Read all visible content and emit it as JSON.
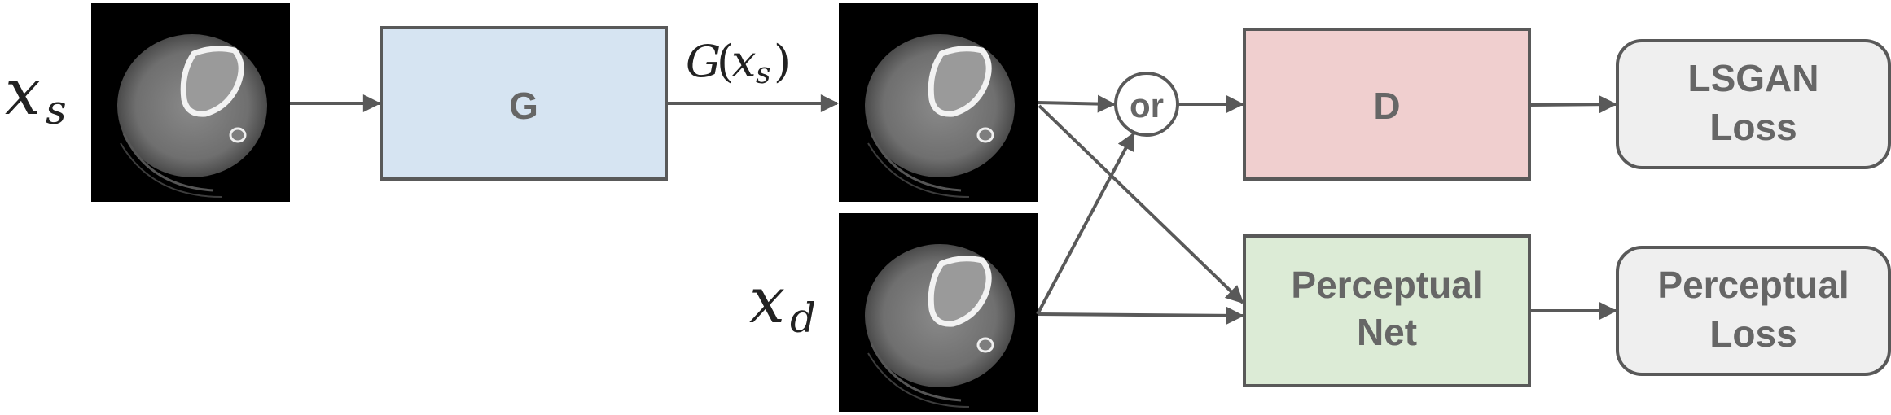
{
  "math": {
    "xs_base": "x",
    "xs_sub": "s",
    "xd_base": "x",
    "xd_sub": "d",
    "gxs_G": "G",
    "gxs_open": "(",
    "gxs_x": "x",
    "gxs_sub": "s",
    "gxs_close": ")"
  },
  "boxes": {
    "generator": "G",
    "discriminator": "D",
    "perceptual_net_line1": "Perceptual",
    "perceptual_net_line2": "Net",
    "lsgan_loss_line1": "LSGAN",
    "lsgan_loss_line2": "Loss",
    "perceptual_loss_line1": "Perceptual",
    "perceptual_loss_line2": "Loss",
    "or_node": "or"
  },
  "colors": {
    "generator_fill": "#d6e4f2",
    "discriminator_fill": "#f0cfcf",
    "perceptual_net_fill": "#dcebd6",
    "loss_fill": "#efefef",
    "stroke": "#595959",
    "label": "#666666"
  }
}
